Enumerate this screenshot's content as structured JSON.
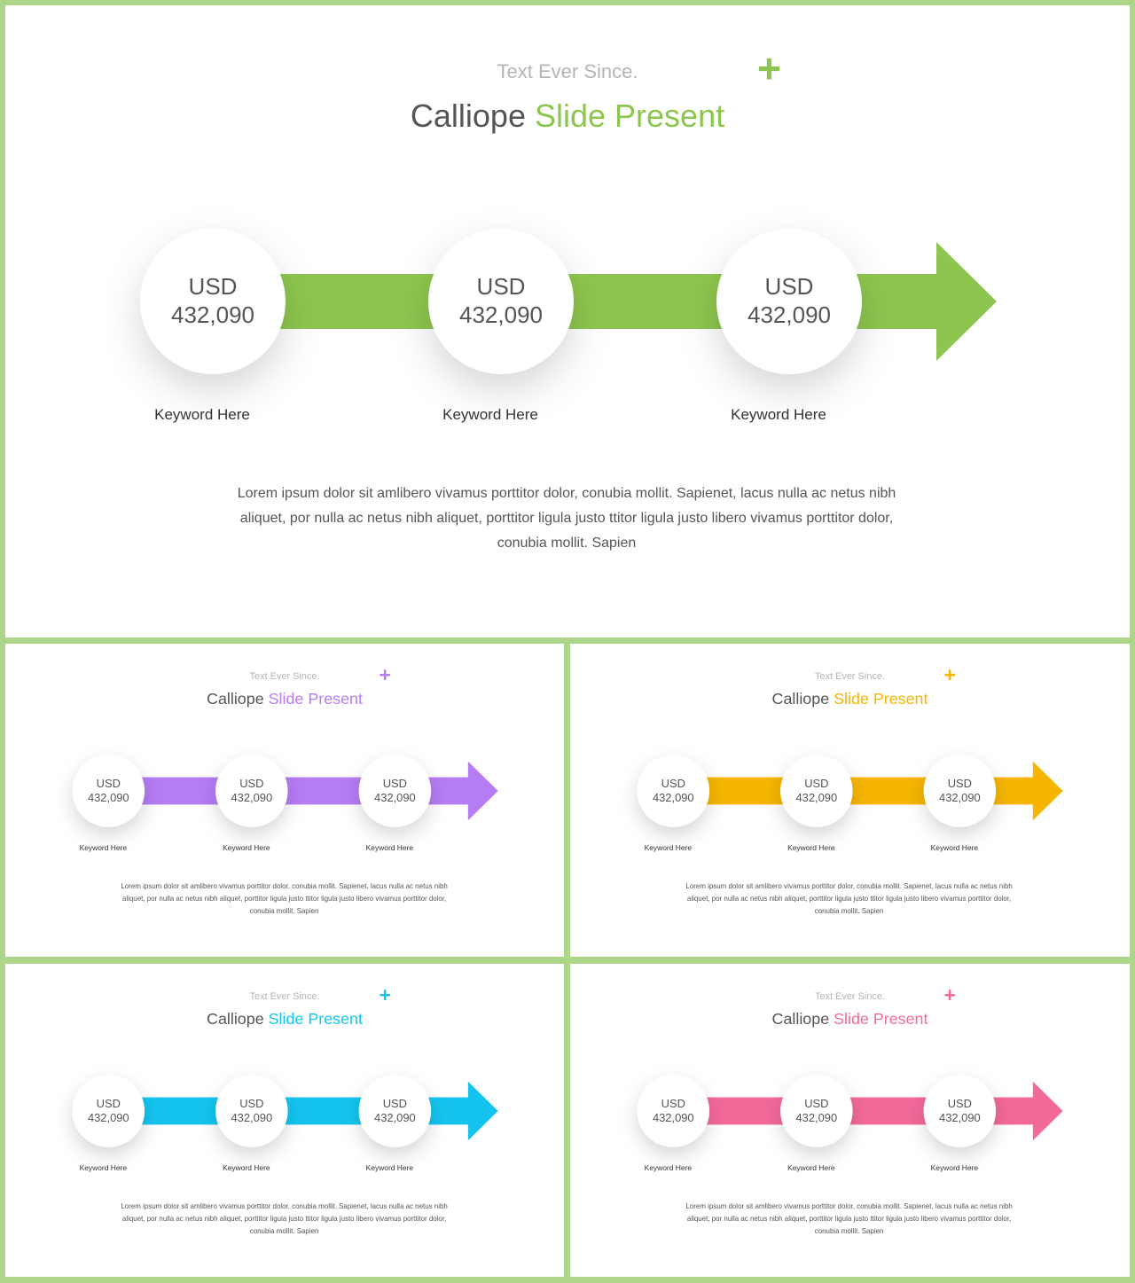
{
  "slides": [
    {
      "variant": "green",
      "accent": "#8dc64e",
      "supertitle": "Text Ever Since.",
      "title_plain": "Calliope",
      "title_accent": "Slide Present",
      "plus_symbol": "+",
      "steps": [
        {
          "currency": "USD",
          "amount": "432,090",
          "keyword": "Keyword Here"
        },
        {
          "currency": "USD",
          "amount": "432,090",
          "keyword": "Keyword Here"
        },
        {
          "currency": "USD",
          "amount": "432,090",
          "keyword": "Keyword Here"
        }
      ],
      "body": "Lorem ipsum dolor sit amlibero vivamus porttitor dolor, conubia mollit. Sapienet, lacus nulla ac netus nibh aliquet, por nulla ac netus nibh aliquet, porttitor ligula justo ttitor ligula justo libero vivamus porttitor dolor, conubia mollit. Sapien"
    },
    {
      "variant": "purple",
      "accent": "#b67cf3",
      "supertitle": "Text Ever Since.",
      "title_plain": "Calliope",
      "title_accent": "Slide Present",
      "plus_symbol": "+",
      "steps": [
        {
          "currency": "USD",
          "amount": "432,090",
          "keyword": "Keyword Here"
        },
        {
          "currency": "USD",
          "amount": "432,090",
          "keyword": "Keyword Here"
        },
        {
          "currency": "USD",
          "amount": "432,090",
          "keyword": "Keyword Here"
        }
      ],
      "body": "Lorem ipsum dolor sit amlibero vivamus porttitor dolor, conubia mollit. Sapienet, lacus nulla ac netus nibh aliquet, por nulla ac netus nibh aliquet, porttitor ligula justo ttitor ligula justo libero vivamus porttitor dolor, conubia mollit. Sapien"
    },
    {
      "variant": "yellow",
      "accent": "#f6b500",
      "supertitle": "Text Ever Since.",
      "title_plain": "Calliope",
      "title_accent": "Slide Present",
      "plus_symbol": "+",
      "steps": [
        {
          "currency": "USD",
          "amount": "432,090",
          "keyword": "Keyword Here"
        },
        {
          "currency": "USD",
          "amount": "432,090",
          "keyword": "Keyword Here"
        },
        {
          "currency": "USD",
          "amount": "432,090",
          "keyword": "Keyword Here"
        }
      ],
      "body": "Lorem ipsum dolor sit amlibero vivamus porttitor dolor, conubia mollit. Sapienet, lacus nulla ac netus nibh aliquet, por nulla ac netus nibh aliquet, porttitor ligula justo ttitor ligula justo libero vivamus porttitor dolor, conubia mollit. Sapien"
    },
    {
      "variant": "cyan",
      "accent": "#14c4ee",
      "supertitle": "Text Ever Since.",
      "title_plain": "Calliope",
      "title_accent": "Slide Present",
      "plus_symbol": "+",
      "steps": [
        {
          "currency": "USD",
          "amount": "432,090",
          "keyword": "Keyword Here"
        },
        {
          "currency": "USD",
          "amount": "432,090",
          "keyword": "Keyword Here"
        },
        {
          "currency": "USD",
          "amount": "432,090",
          "keyword": "Keyword Here"
        }
      ],
      "body": "Lorem ipsum dolor sit amlibero vivamus porttitor dolor, conubia mollit. Sapienet, lacus nulla ac netus nibh aliquet, por nulla ac netus nibh aliquet, porttitor ligula justo ttitor ligula justo libero vivamus porttitor dolor, conubia mollit. Sapien"
    },
    {
      "variant": "pink",
      "accent": "#f3699a",
      "supertitle": "Text Ever Since.",
      "title_plain": "Calliope",
      "title_accent": "Slide Present",
      "plus_symbol": "+",
      "steps": [
        {
          "currency": "USD",
          "amount": "432,090",
          "keyword": "Keyword Here"
        },
        {
          "currency": "USD",
          "amount": "432,090",
          "keyword": "Keyword Here"
        },
        {
          "currency": "USD",
          "amount": "432,090",
          "keyword": "Keyword Here"
        }
      ],
      "body": "Lorem ipsum dolor sit amlibero vivamus porttitor dolor, conubia mollit. Sapienet, lacus nulla ac netus nibh aliquet, por nulla ac netus nibh aliquet, porttitor ligula justo ttitor ligula justo libero vivamus porttitor dolor, conubia mollit. Sapien"
    }
  ]
}
